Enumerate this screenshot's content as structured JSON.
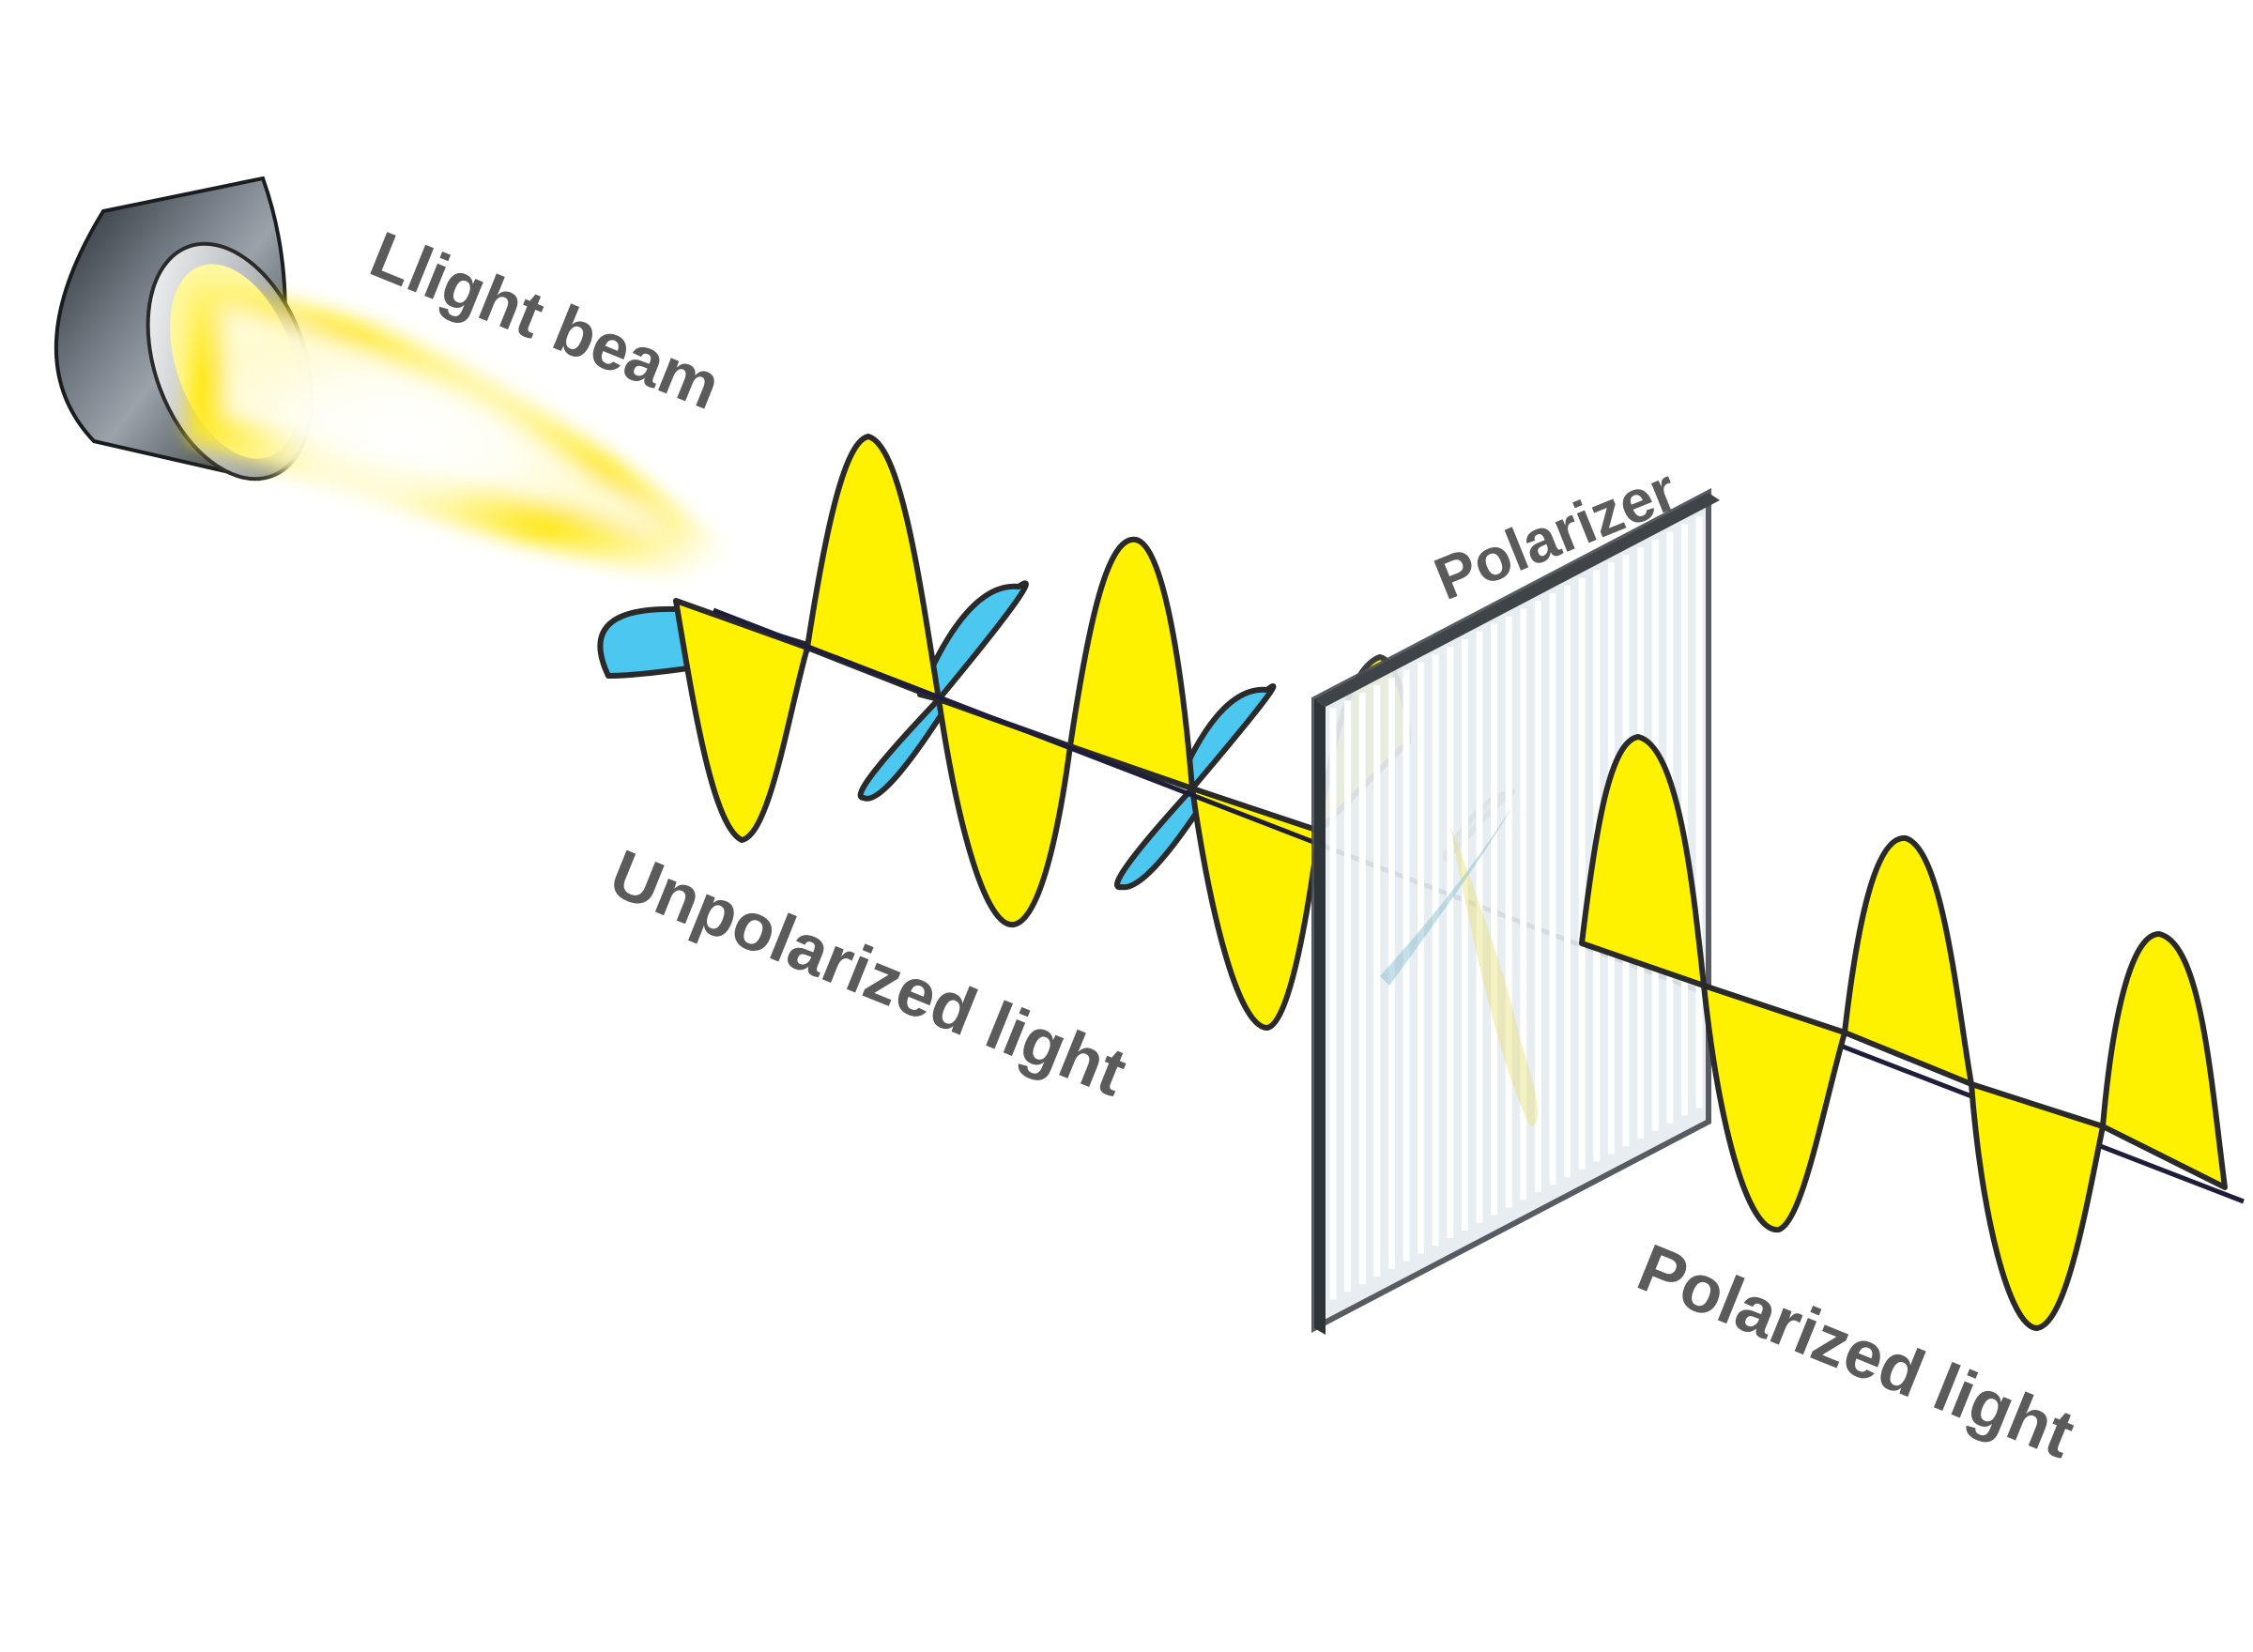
{
  "labels": {
    "light_beam": "Llight beam",
    "polarizer": "Polarizer",
    "unpolarized": "Unpolarized light",
    "polarized": "Polarized light"
  },
  "colors": {
    "wave_yellow": "#fff200",
    "wave_blue": "#4cc8f0",
    "polarizer_frame": "#4a4f55",
    "label_gray": "#5b5b5b",
    "lamp_body": "#2e3338"
  }
}
